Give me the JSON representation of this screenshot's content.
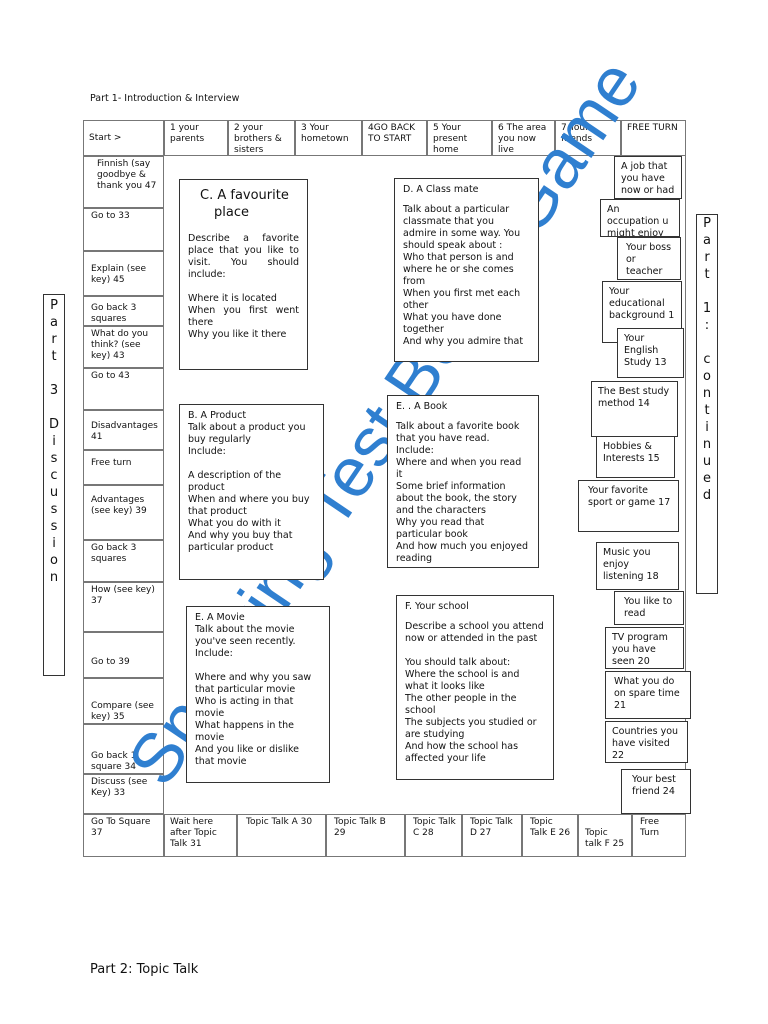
{
  "header": {
    "title": "Part 1- Introduction & Interview"
  },
  "footer": {
    "text": "Part 2: Topic Talk"
  },
  "top_row": [
    "Start  >",
    "1 your parents",
    "2 your brothers & sisters",
    "3 Your hometown",
    "4GO BACK TO START",
    "5 Your present home",
    "6 The area you now live",
    "7 Your friends",
    "FREE TURN"
  ],
  "left_col": [
    "Finnish (say goodbye & thank you  47",
    "Go to 33",
    "Explain (see key) 45",
    "Go back 3 squares",
    "What do you think? (see key) 43",
    "Go to 43",
    "Disadvantages 41",
    "Free turn",
    "Advantages (see key) 39",
    "Go back 3 squares",
    "How (see key) 37",
    "Go to 39",
    "Compare (see key)  35",
    "Go back 1 square 34",
    "Discuss  (see Key) 33"
  ],
  "bottom_row": [
    "Go To Square 37",
    "Wait here after Topic Talk 31",
    "Topic Talk A 30",
    "Topic Talk B 29",
    "Topic Talk C 28",
    "Topic Talk D 27",
    "Topic Talk E 26",
    "Topic talk F 25",
    "Free Turn"
  ],
  "right_col": [
    "A job that you have now or had",
    "An occupation u might enjoy",
    "Your boss or teacher",
    "Your educational background 1",
    "Your English Study  13",
    "The Best study method 14",
    "Hobbies & Interests 15",
    "Your favorite sport or game 17",
    "Music you enjoy listening 18",
    "You like to read",
    "TV program you have seen 20",
    "What you do on spare time  21",
    "Countries you have visited  22",
    "Your best friend  24"
  ],
  "topics": {
    "c": {
      "title": "C.  A favourite place",
      "body": "Describe a favorite place that you like to visit.  You should include:\n\nWhere it is located\nWhen you first went there\nWhy you like it there"
    },
    "d": {
      "title": "D.  A Class mate",
      "body": "Talk about a particular classmate that you admire in some way. You should speak about :\nWho that person is and where he or she comes from\nWhen you first met each other\nWhat you have done together\nAnd why you admire that"
    },
    "b": {
      "title": "B. A  Product",
      "body": "Talk about a product you buy regularly\nInclude:\n\nA description of the product\nWhen and where you buy that product\nWhat you do with it\nAnd why you buy that particular product"
    },
    "e_book": {
      "title": "E. . A Book",
      "body": "Talk about a favorite book that you have read.\nInclude:\nWhere and when you read it\nSome brief information about the book, the story and the characters\nWhy you read that particular book\nAnd how much you enjoyed reading"
    },
    "e_movie": {
      "title": "E. A Movie",
      "body": "Talk about the movie you've seen recently.\nInclude:\n\nWhere and why you saw that particular movie\nWho is acting in that movie\nWhat happens in the movie\nAnd you like or dislike that movie"
    },
    "f": {
      "title": "F. Your school",
      "body": "Describe a school you attend now or attended in the past\n\nYou should talk about:\nWhere the school is and what it looks like\nThe other people in the school\nThe subjects you studied or are studying\nAnd how the school has affected your life"
    }
  },
  "vertical_right": [
    "P",
    "a",
    "r",
    "t",
    "",
    "1",
    ":",
    "",
    "c",
    "o",
    "n",
    "t",
    "i",
    "n",
    "u",
    "e",
    "d"
  ],
  "vertical_left": [
    "P",
    "a",
    "r",
    "t",
    "",
    "3",
    "",
    "D",
    "i",
    "s",
    "c",
    "u",
    "s",
    "s",
    "i",
    "o",
    "n"
  ],
  "watermark": {
    "text": "Speaking Test Board Game",
    "color": "#2f7fd0"
  }
}
